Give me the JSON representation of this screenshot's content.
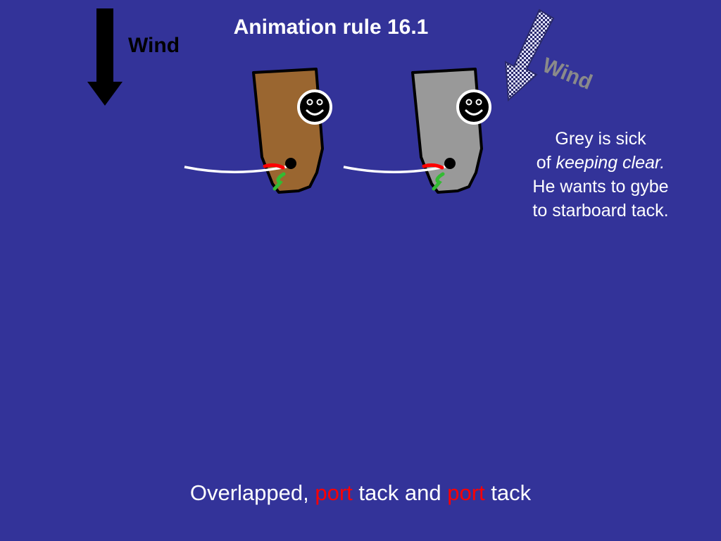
{
  "title": "Animation rule 16.1",
  "wind_primary": {
    "label": "Wind",
    "color": "#000000",
    "icon": "wind-arrow-down-icon"
  },
  "wind_secondary": {
    "label": "Wind",
    "color": "#8a8a8a",
    "icon": "wind-arrow-diagonal-icon"
  },
  "note": {
    "line1": "Grey is sick",
    "line2_prefix": "of",
    "line2_emphasis": "keeping clear.",
    "line3": "He wants to gybe",
    "line4": "to starboard tack."
  },
  "caption": {
    "part1": "Overlapped,",
    "port1": "port",
    "part2": "tack and",
    "port2": "port",
    "part3": "tack"
  },
  "boats": [
    {
      "name": "brown-boat",
      "color": "#9a6630"
    },
    {
      "name": "grey-boat",
      "color": "#999999"
    }
  ],
  "colors": {
    "background": "#333399",
    "port": "#ff0000",
    "tiller_red": "#ff0000",
    "tiller_green": "#33bb33",
    "sheet": "#ffffff"
  }
}
